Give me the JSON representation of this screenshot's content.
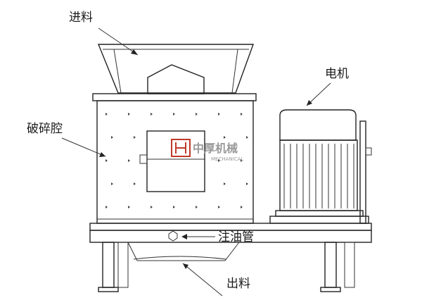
{
  "labels": {
    "feed": "进料",
    "crushing_chamber": "破碎腔",
    "motor": "电机",
    "oil_pipe": "注油管",
    "discharge": "出料"
  },
  "watermark": {
    "text": "中厚机械",
    "subtext": "MECHANICAL",
    "color": "#c0392b"
  }
}
